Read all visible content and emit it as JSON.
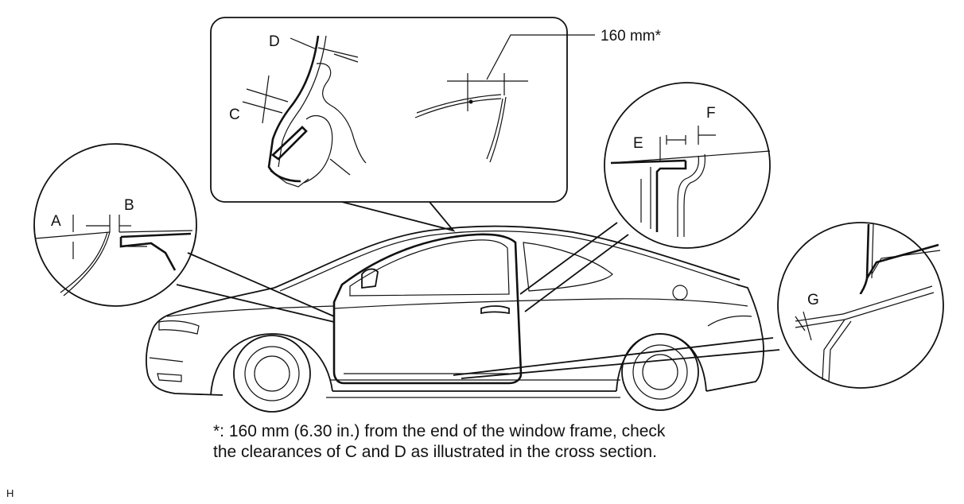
{
  "labels": {
    "a": "A",
    "b": "B",
    "c": "C",
    "d": "D",
    "e": "E",
    "f": "F",
    "g": "G",
    "measure": "160 mm*"
  },
  "caption": {
    "line1": "*: 160 mm (6.30 in.) from the end of the window frame, check",
    "line2": "the clearances of C and D as illustrated in the cross section."
  },
  "figure_id": "H"
}
